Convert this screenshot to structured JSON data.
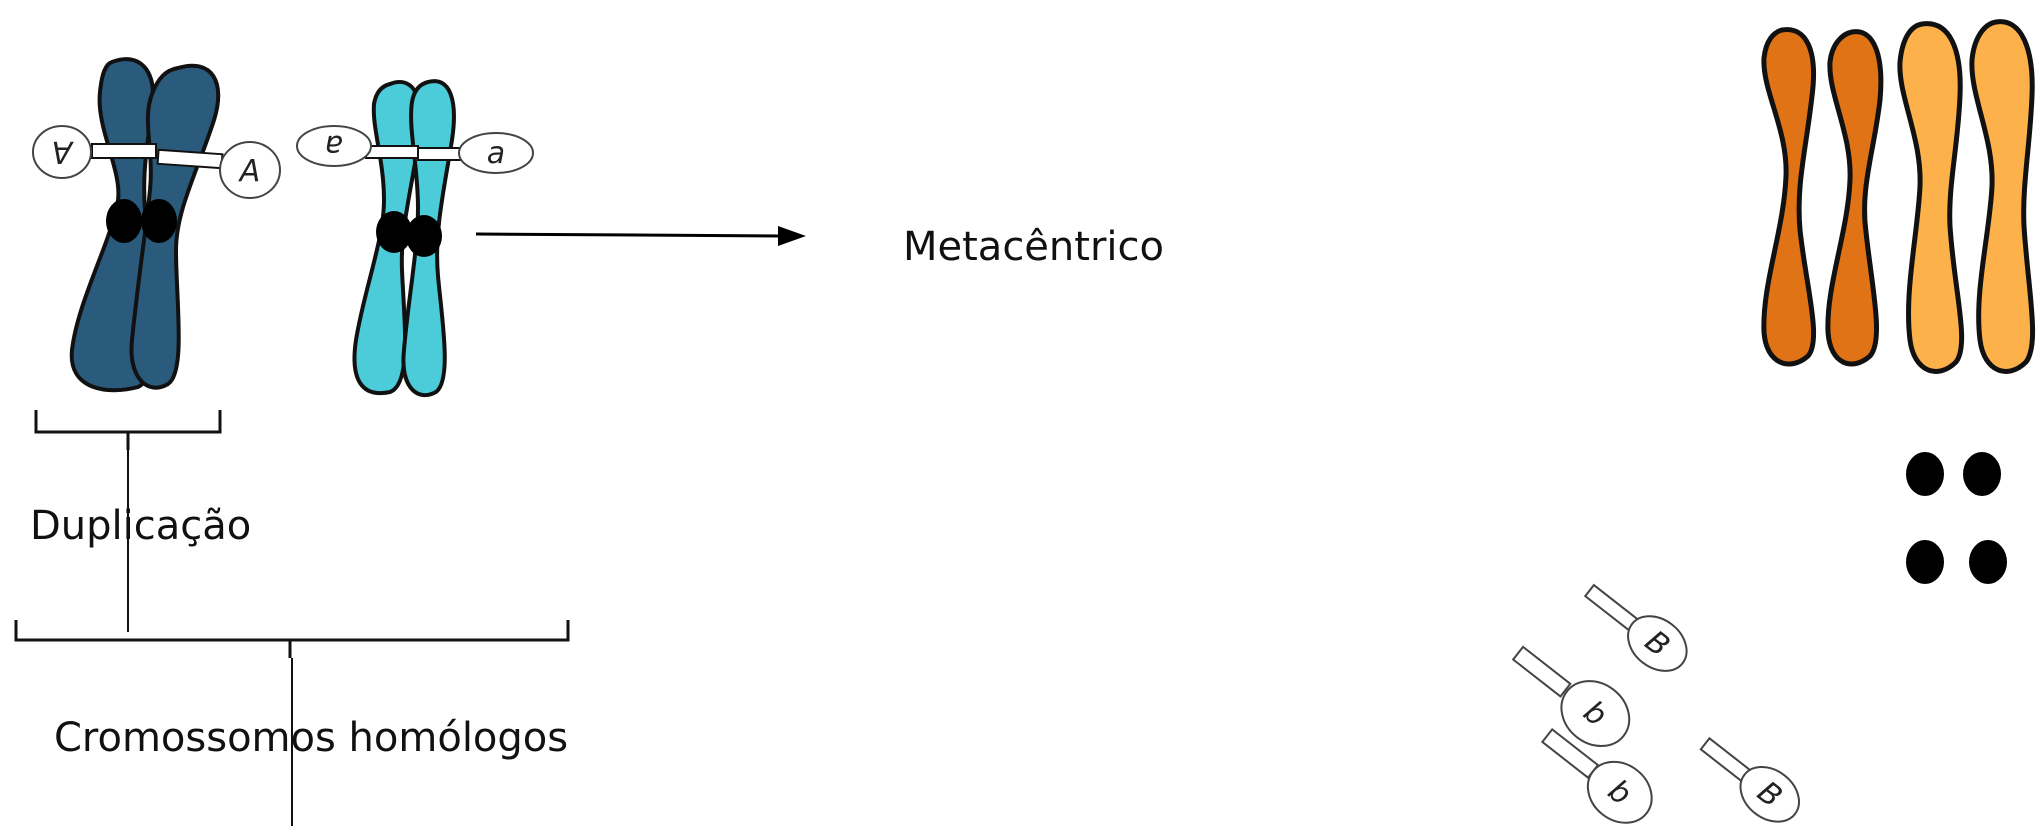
{
  "labels": {
    "duplication": "Duplicação",
    "homologous": "Cromossomos homólogos",
    "metacentric": "Metacêntrico"
  },
  "alleles": {
    "dark_left": "A",
    "dark_right": "A",
    "light_left": "a",
    "light_right": "a",
    "free_1": "B",
    "free_2": "b",
    "free_3": "b",
    "free_4": "B"
  },
  "colors": {
    "dark_chromatid": "#2a5b7c",
    "light_chromatid": "#4ccbd9",
    "orange_dark": "#e07316",
    "orange_light": "#fdb14a",
    "centromere": "#000000"
  }
}
